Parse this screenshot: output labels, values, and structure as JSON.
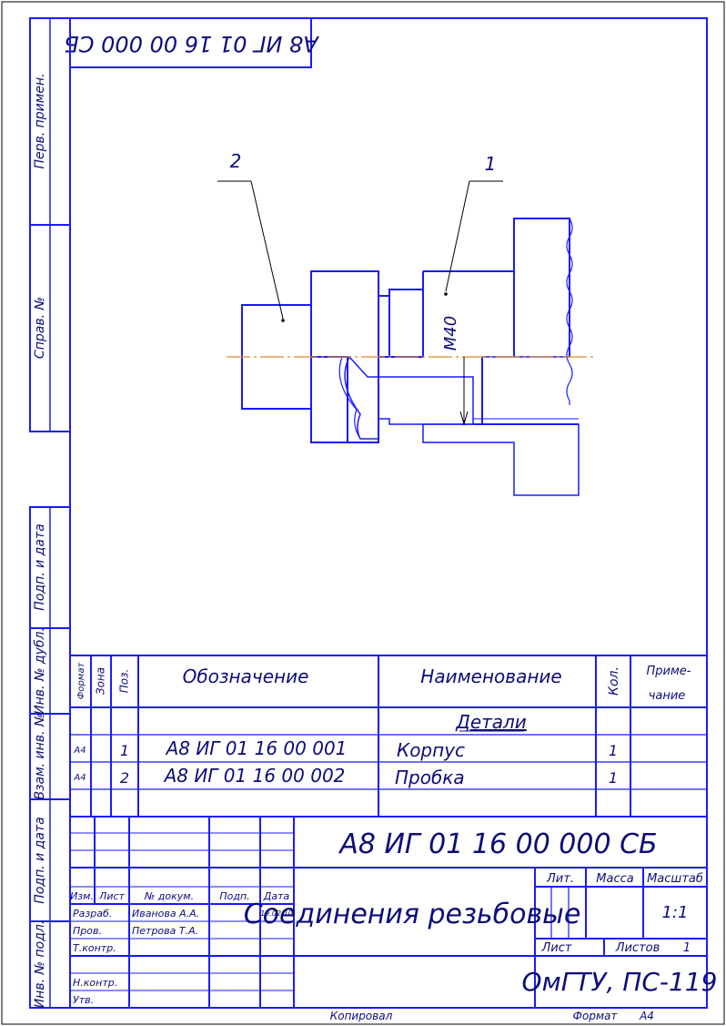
{
  "drawing": {
    "header_code": "А8 ИГ 01 16 00 000 СБ",
    "thread_label": "М40",
    "callouts": [
      "1",
      "2"
    ]
  },
  "side_strip": {
    "perv_primen": "Перв. примен.",
    "sprav_no": "Справ. №",
    "podp_data_1": "Подп. и дата",
    "inv_dubl": "Инв. № дубл.",
    "vzam_inv": "Взам. инв. №",
    "podp_data_2": "Подп. и дата",
    "inv_podl": "Инв. № подл."
  },
  "spec": {
    "headers": {
      "format": "Формат",
      "zone": "Зона",
      "pos": "Поз.",
      "designation": "Обозначение",
      "name": "Наименование",
      "qty": "Кол.",
      "note_1": "Приме-",
      "note_2": "чание"
    },
    "section": "Детали",
    "rows": [
      {
        "format": "А4",
        "pos": "1",
        "designation": "А8 ИГ 01 16 00 001",
        "name": "Корпус",
        "qty": "1"
      },
      {
        "format": "А4",
        "pos": "2",
        "designation": "А8 ИГ 01 16 00 002",
        "name": "Пробка",
        "qty": "1"
      }
    ]
  },
  "title_block": {
    "code": "А8 ИГ 01 16 00 000 СБ",
    "title": "Соединения резьбовые",
    "col_izm": "Изм.",
    "col_list": "Лист",
    "col_doc": "№ докум.",
    "col_podp": "Подп.",
    "col_data": "Дата",
    "razrab_label": "Разраб.",
    "razrab_name": "Иванова А.А.",
    "razrab_date": "19.02.10",
    "prov_label": "Пров.",
    "prov_name": "Петрова Т.А.",
    "tkontr_label": "Т.контр.",
    "nkontr_label": "Н.контр.",
    "utv_label": "Утв.",
    "lit_label": "Лит.",
    "massa_label": "Масса",
    "masshtab_label": "Масштаб",
    "scale": "1:1",
    "sheet_label": "Лист",
    "sheets_label": "Листов",
    "sheets_value": "1",
    "organization": "ОмГТУ, ПС-119"
  },
  "footer": {
    "kopiroval": "Копировал",
    "format_label": "Формат",
    "format_value": "А4"
  }
}
